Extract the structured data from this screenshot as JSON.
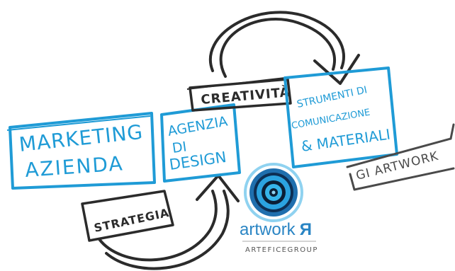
{
  "nodes": {
    "marketing": {
      "line1": "MARKETING",
      "line2": "AZIENDA"
    },
    "agenzia": {
      "line1": "AGENZIA",
      "line2": "DI",
      "line3": "DESIGN"
    },
    "creativita": {
      "label": "CREATIVITÀ"
    },
    "strumenti": {
      "line1": "STRUMENTI DI",
      "line2": "COMUNICAZIONE",
      "line3": "& MATERIALI"
    },
    "strategia": {
      "label": "STRATEGIA"
    },
    "gi_artwork": {
      "label": "GI ARTWORK"
    }
  },
  "logo": {
    "word": "artwork",
    "mark": "R",
    "subtitle": "ARTEFICEGROUP"
  },
  "colors": {
    "blue": "#1f9bd6",
    "dark": "#2b2b2b",
    "gray": "#4a4a4a",
    "logo_blue": "#2a85c4"
  }
}
